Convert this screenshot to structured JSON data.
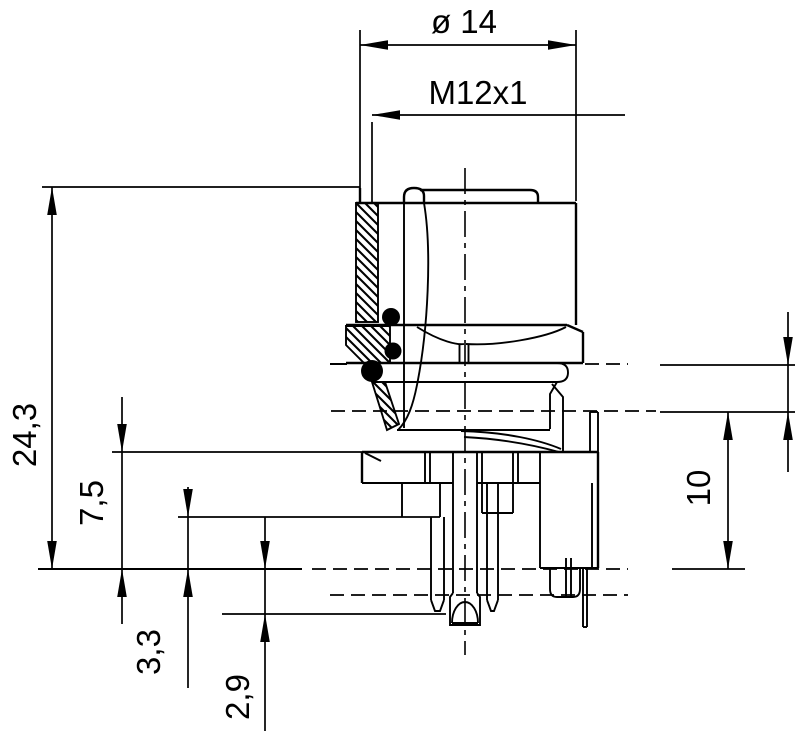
{
  "drawing": {
    "background": "#ffffff",
    "line_color": "#000000",
    "labels": {
      "diameter": "ø 14",
      "thread": "M12x1",
      "total_height": "24,3",
      "dim_7_5": "7,5",
      "dim_3_3": "3,3",
      "dim_2_9": "2,9",
      "dim_10": "10"
    }
  }
}
